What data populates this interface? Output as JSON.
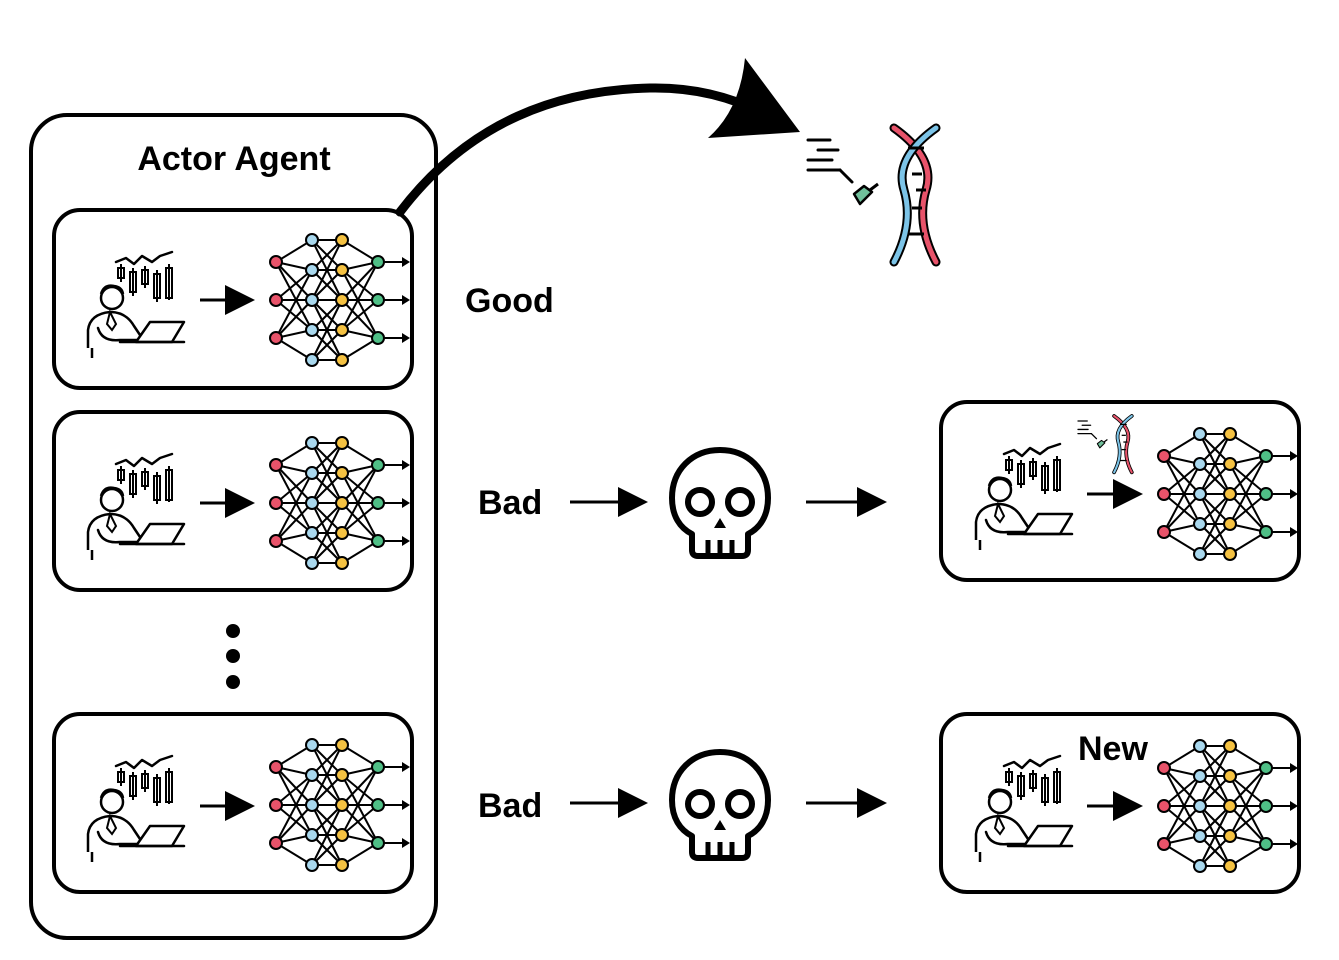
{
  "actor_agent": {
    "title": "Actor Agent"
  },
  "labels": {
    "good": "Good",
    "bad_1": "Bad",
    "bad_2": "Bad",
    "new": "New"
  },
  "colors": {
    "stroke": "#000000",
    "node_red": "#e8536a",
    "node_blue": "#a9d8ee",
    "node_yellow": "#f5c242",
    "node_green": "#4fbf86",
    "dna_red": "#e8536a",
    "dna_blue": "#7cc4e8",
    "scissors_green": "#6fbf9a"
  },
  "icons": [
    "trader-icon",
    "neural-network-icon",
    "skull-icon",
    "dna-edit-icon",
    "arrow-icon",
    "ellipsis-dots"
  ]
}
